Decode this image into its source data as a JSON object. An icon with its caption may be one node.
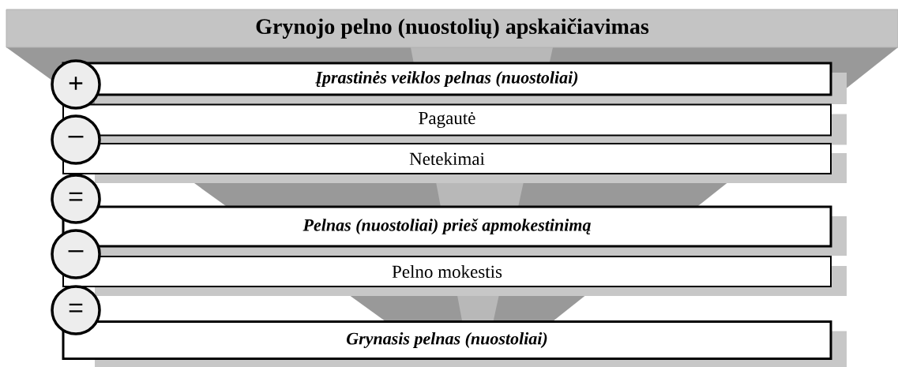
{
  "diagram": {
    "nodes": [
      {
        "text": [
          "Grynojo pelno (nuostolių) apskaičiavimas"
        ]
      },
      {
        "text": [
          "+"
        ]
      },
      {
        "text": [
          "Įprastinės veiklos pelnas (nuostoliai)"
        ]
      },
      {
        "text": [
          "Pagautė"
        ]
      },
      {
        "text": [
          "–"
        ]
      },
      {
        "text": [
          "Netekimai"
        ]
      },
      {
        "text": [
          "="
        ]
      },
      {
        "text": [
          "Pelnas (nuostoliai) prieš apmokestinimą"
        ]
      },
      {
        "text": [
          "–"
        ]
      },
      {
        "text": [
          "Pelno mokestis"
        ]
      },
      {
        "text": [
          "="
        ]
      },
      {
        "text": [
          "Grynasis pelnas (nuostoliai)"
        ]
      }
    ]
  }
}
